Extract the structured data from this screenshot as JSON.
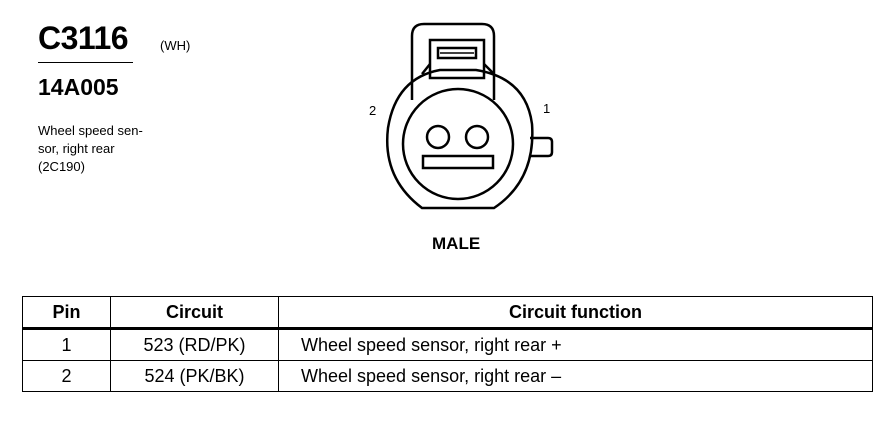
{
  "connector": {
    "id": "C3116",
    "color_code": "(WH)",
    "part_number": "14A005",
    "description_lines": [
      "Wheel speed sen-",
      "sor, right rear",
      "(2C190)"
    ]
  },
  "diagram": {
    "pin_labels": [
      "2",
      "1"
    ],
    "gender": "MALE"
  },
  "table": {
    "headers": [
      "Pin",
      "Circuit",
      "Circuit function"
    ],
    "rows": [
      {
        "pin": "1",
        "circuit": "523 (RD/PK)",
        "function": "Wheel speed sensor, right rear +"
      },
      {
        "pin": "2",
        "circuit": "524 (PK/BK)",
        "function": "Wheel speed sensor, right rear –"
      }
    ]
  }
}
